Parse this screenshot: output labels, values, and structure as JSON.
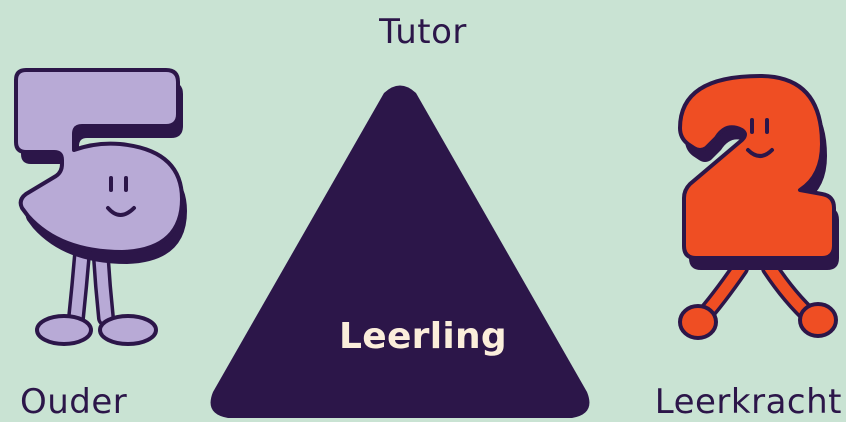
{
  "colors": {
    "background": "#c9e3d3",
    "ink": "#2c1649",
    "triangle": "#2c1649",
    "center_text": "#fbeedb",
    "character_left": "#b8aad6",
    "character_right": "#ef4e23"
  },
  "diagram": {
    "top_node": "Tutor",
    "left_node": "Ouder",
    "right_node": "Leerkracht",
    "center_node": "Leerling"
  },
  "icons": {
    "left_character": "number-five-character-icon",
    "right_character": "number-two-character-icon"
  }
}
